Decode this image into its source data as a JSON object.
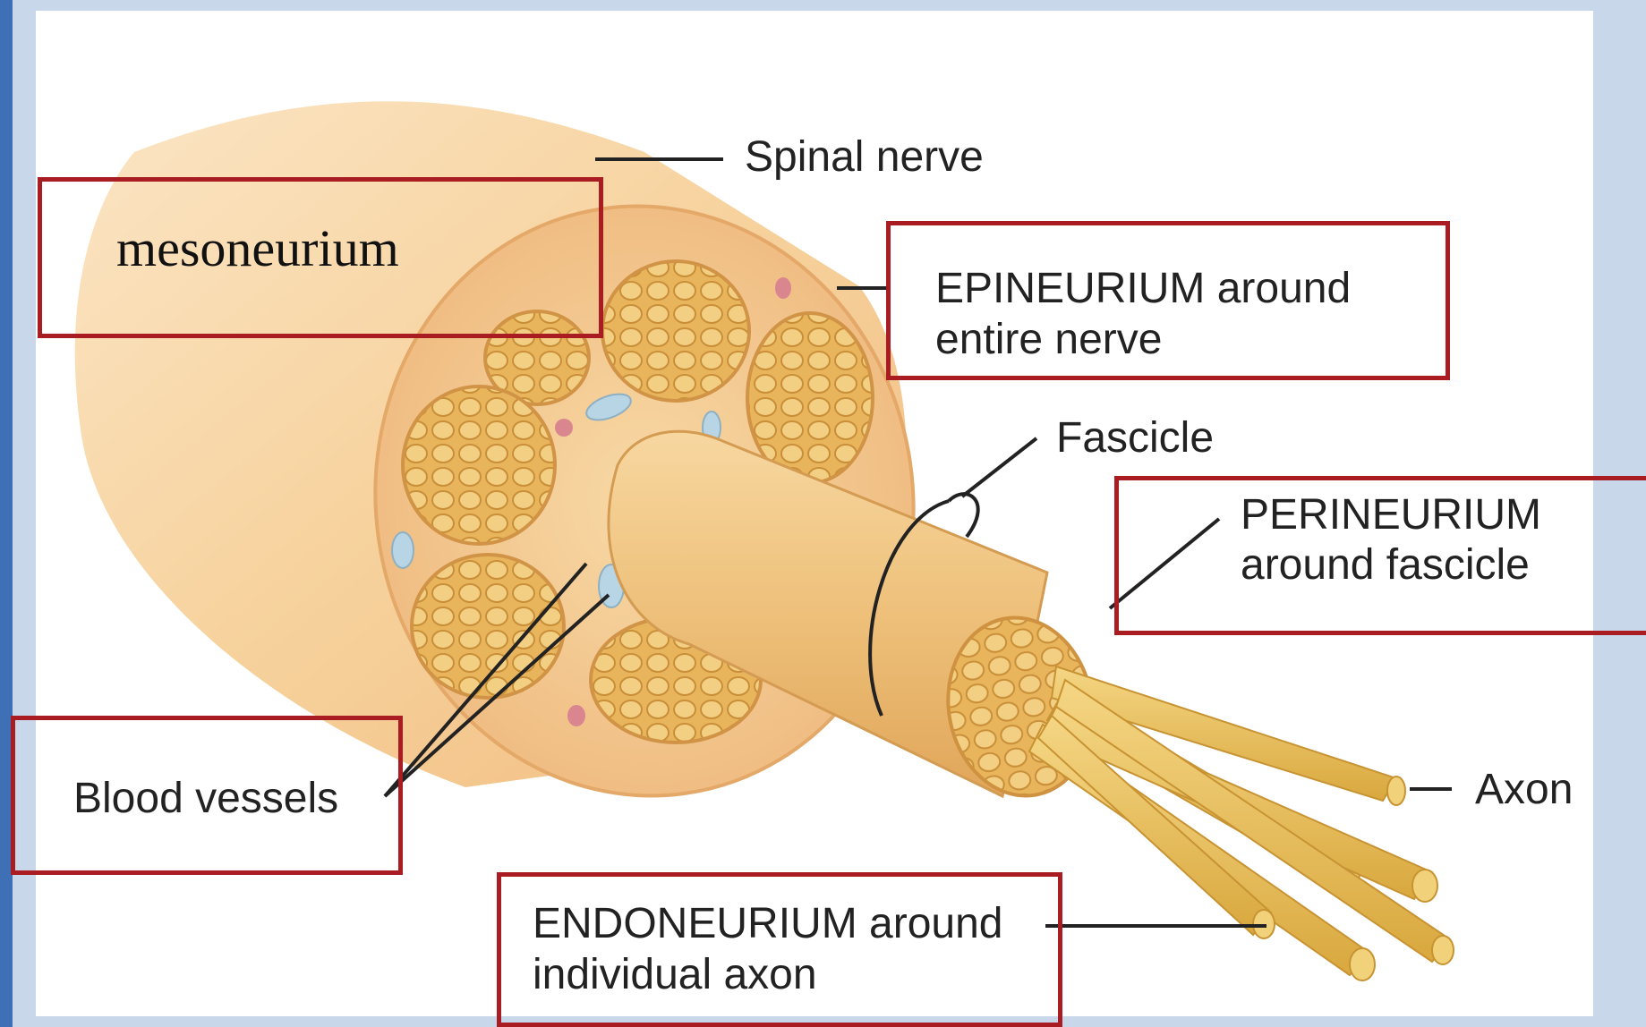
{
  "labels": {
    "spinal_nerve": "Spinal nerve",
    "mesoneurium": "mesoneurium",
    "epineurium_line1": "EPINEURIUM around",
    "epineurium_line2": "entire nerve",
    "fascicle": "Fascicle",
    "perineurium_line1": "PERINEURIUM",
    "perineurium_line2": "around fascicle",
    "axon": "Axon",
    "blood_vessels": "Blood vessels",
    "endoneurium_line1": "ENDONEURIUM around",
    "endoneurium_line2": "individual axon"
  },
  "colors": {
    "highlight_box": "#a81c22",
    "nerve_sheath": "#f3cc95",
    "fascicle_fill": "#e9b55c",
    "axon_fill": "#e8c15a"
  }
}
